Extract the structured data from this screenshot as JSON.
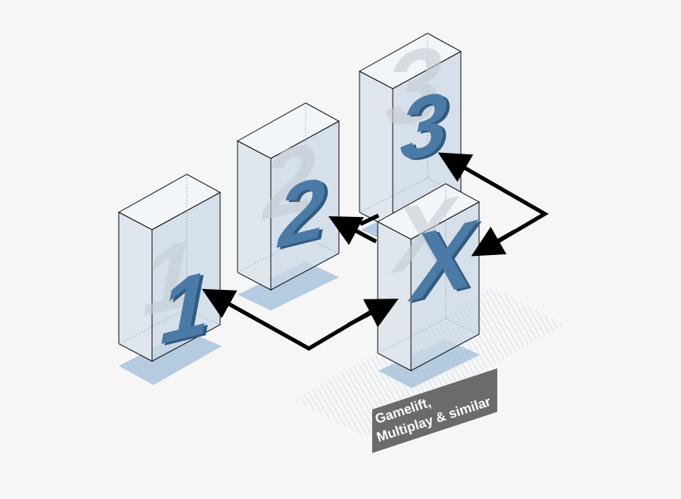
{
  "servers": [
    {
      "id": "server-1",
      "label": "1"
    },
    {
      "id": "server-2",
      "label": "2"
    },
    {
      "id": "server-3",
      "label": "3"
    },
    {
      "id": "server-x",
      "label": "X"
    }
  ],
  "badge": {
    "line1": "Gamelift,",
    "line2": "Multiplay & similar"
  },
  "colors": {
    "background": "#f6f6f6",
    "box_face": "#dfe6ee",
    "box_front": "#c9d8e6",
    "digit": "#4a7aa6",
    "digit_shadow": "#34597c",
    "floor_shadow": "#a9c3db",
    "arrow": "#000000",
    "badge": "#6b6b6b"
  }
}
